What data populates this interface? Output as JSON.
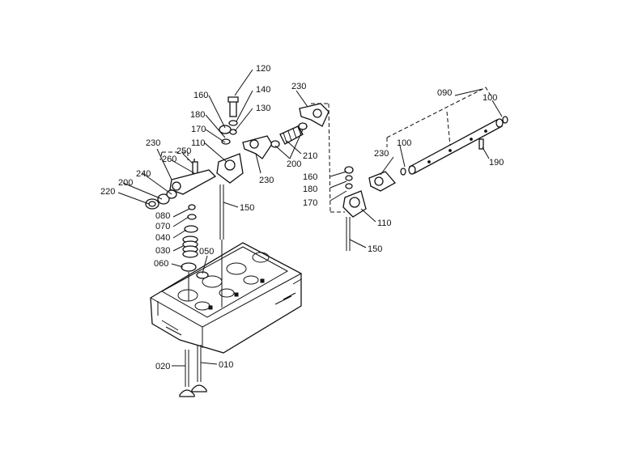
{
  "labels": {
    "p010": "010",
    "p020": "020",
    "p030": "030",
    "p040": "040",
    "p050": "050",
    "p060": "060",
    "p070": "070",
    "p080": "080",
    "p090": "090",
    "p100a": "100",
    "p100b": "100",
    "p110a": "110",
    "p110b": "110",
    "p120": "120",
    "p130": "130",
    "p140": "140",
    "p150a": "150",
    "p150b": "150",
    "p160a": "160",
    "p160b": "160",
    "p170a": "170",
    "p170b": "170",
    "p180a": "180",
    "p180b": "180",
    "p190": "190",
    "p200a": "200",
    "p200b": "200",
    "p210": "210",
    "p220": "220",
    "p230a": "230",
    "p230b": "230",
    "p230c": "230",
    "p230d": "230",
    "p240": "240",
    "p250": "250",
    "p260": "260"
  }
}
